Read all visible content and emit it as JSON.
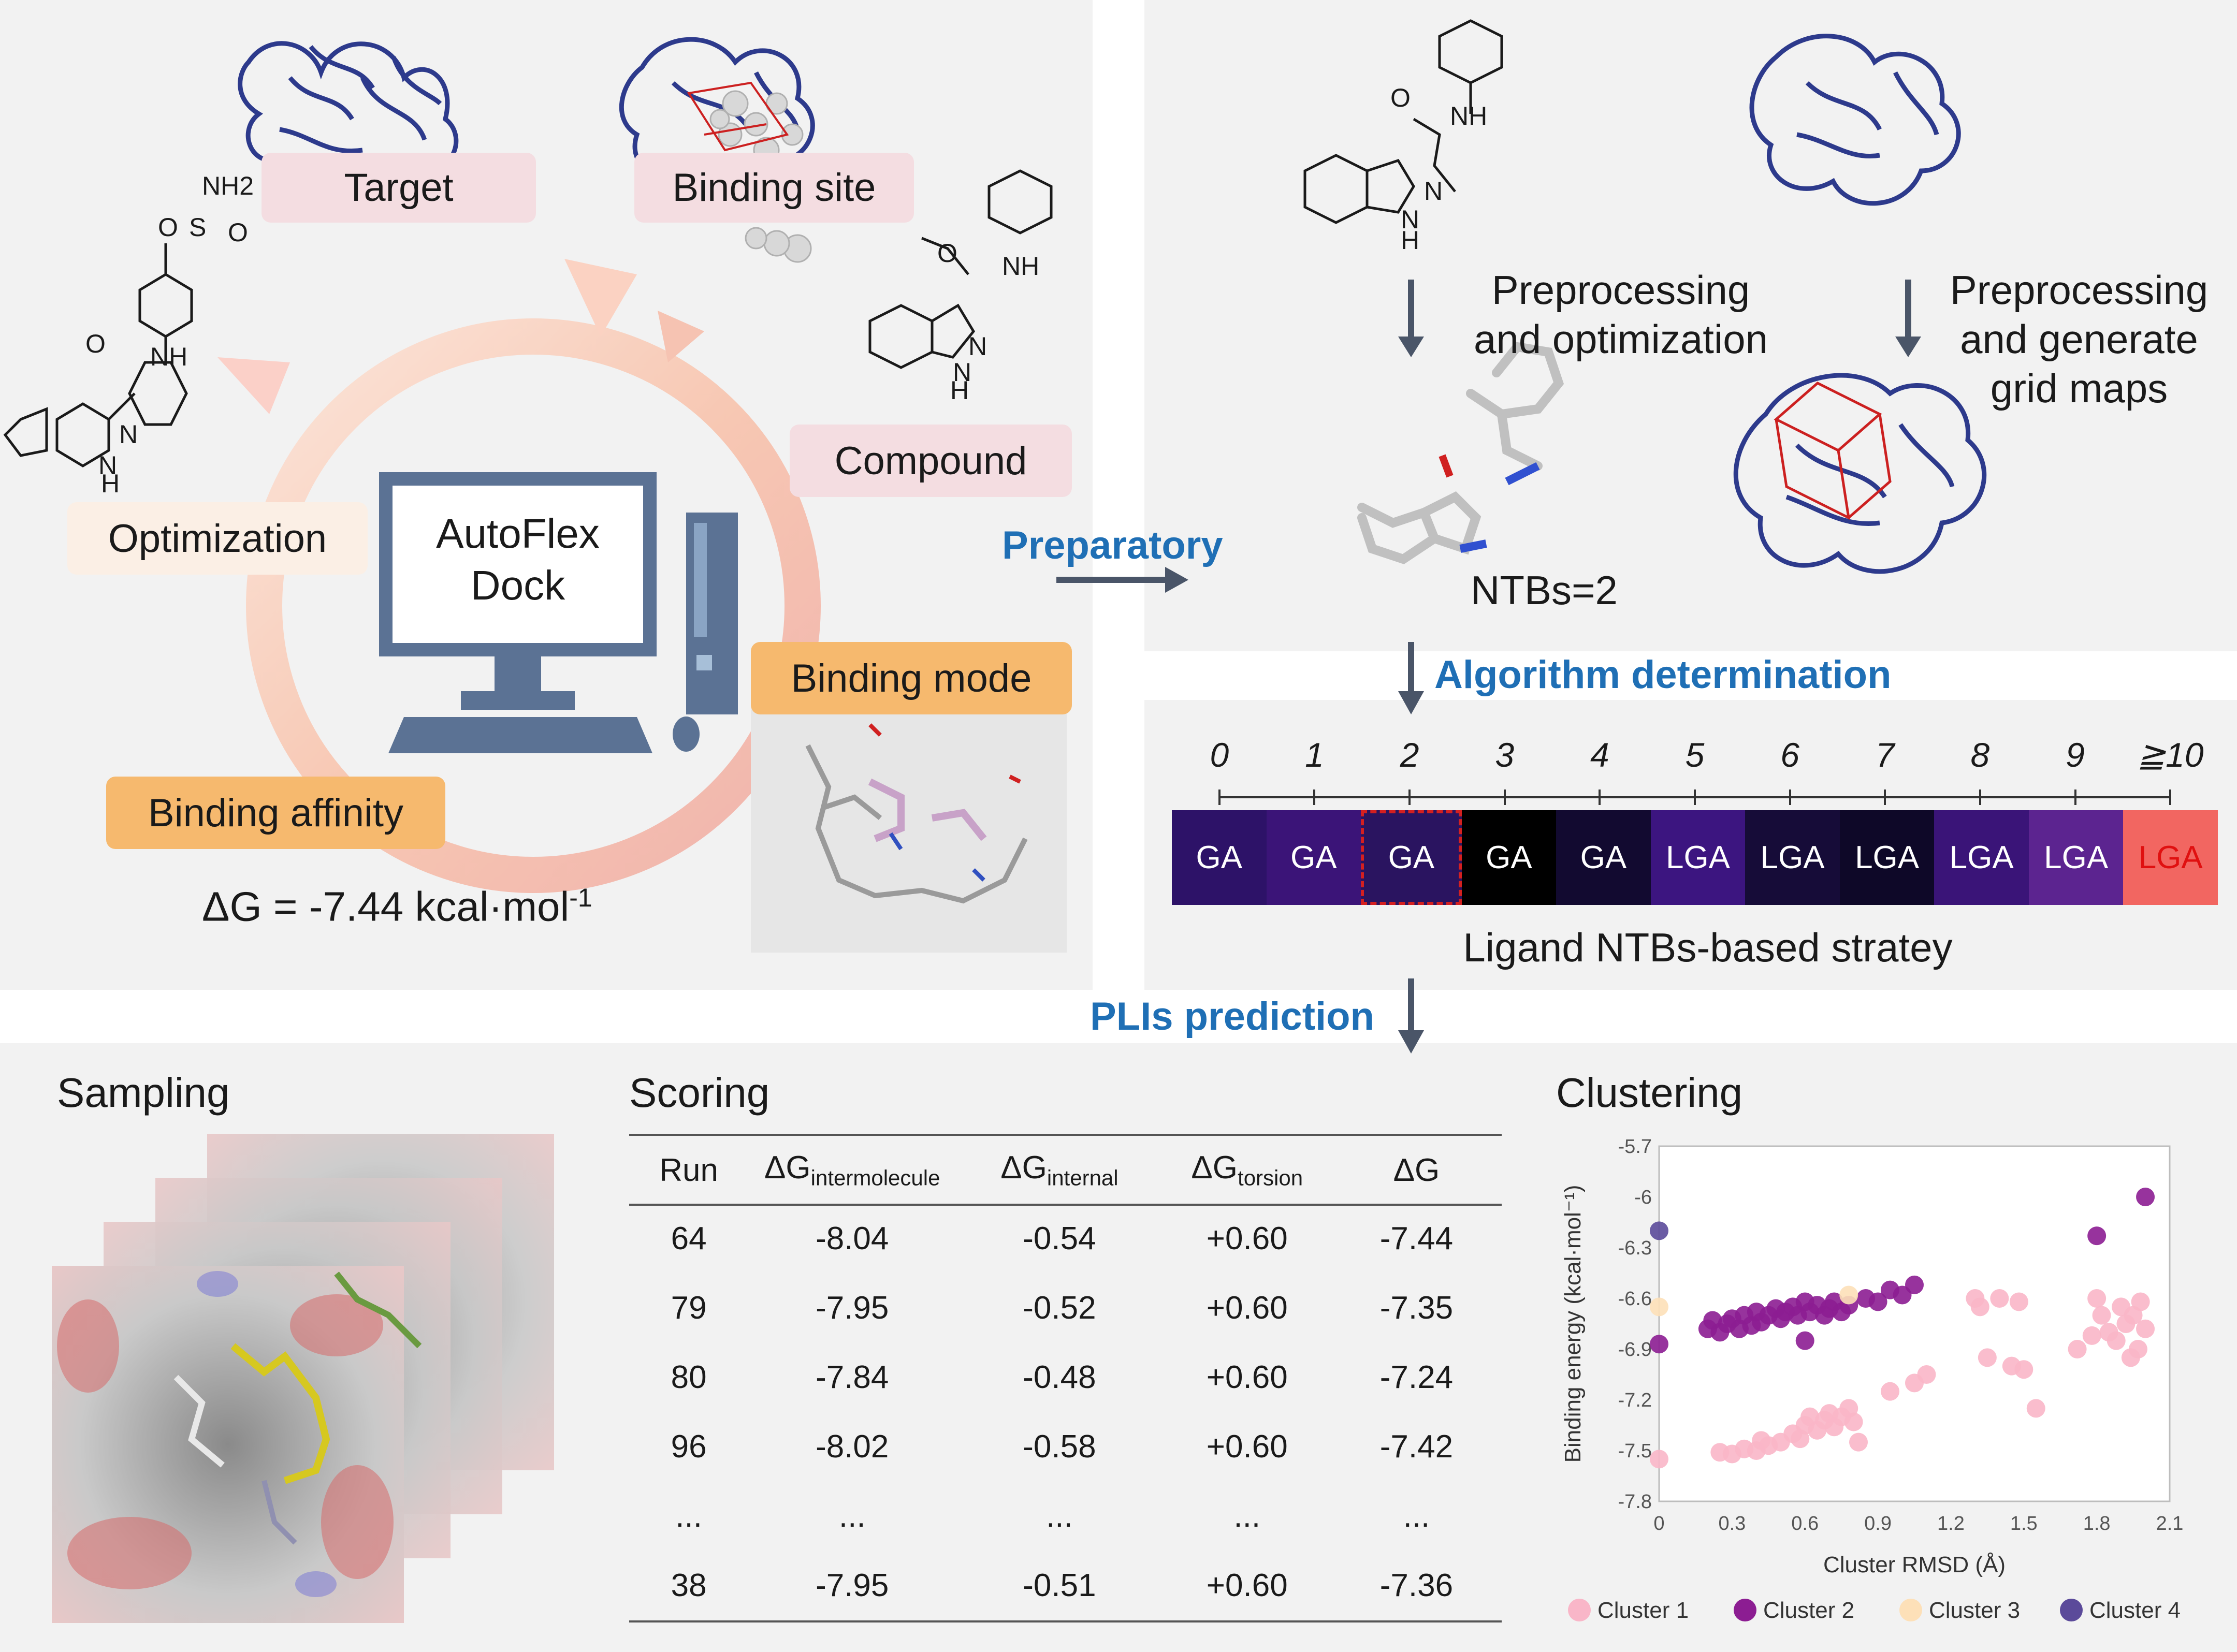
{
  "workflow": {
    "tags": {
      "target": "Target",
      "binding_site": "Binding site",
      "compound": "Compound",
      "optimization": "Optimization",
      "binding_mode": "Binding mode",
      "binding_affinity": "Binding affinity"
    },
    "software_line1": "AutoFlex",
    "software_line2": "Dock",
    "delta_g": "ΔG = -7.44 kcal·mol",
    "delta_g_sup": "-1"
  },
  "arrows": {
    "preparatory": "Preparatory",
    "algorithm": "Algorithm determination",
    "plis": "PLIs prediction"
  },
  "prep": {
    "ligand_step_line1": "Preprocessing",
    "ligand_step_line2": "and optimization",
    "protein_step_line1": "Preprocessing",
    "protein_step_line2": "and generate",
    "protein_step_line3": "grid maps",
    "ntbs": "NTBs=2",
    "atom_labels": {
      "o": "O",
      "nh": "NH",
      "n": "N",
      "h": "H",
      "nh2": "NH2",
      "s": "S"
    }
  },
  "strategy": {
    "ticks": [
      "0",
      "1",
      "2",
      "3",
      "4",
      "5",
      "6",
      "7",
      "8",
      "9",
      "≧10"
    ],
    "cells": [
      {
        "label": "GA",
        "bg": "#2d1268",
        "fg": "#ffffff"
      },
      {
        "label": "GA",
        "bg": "#3b1478",
        "fg": "#ffffff"
      },
      {
        "label": "GA",
        "bg": "#2a1460",
        "fg": "#ffffff",
        "highlight": true
      },
      {
        "label": "GA",
        "bg": "#000000",
        "fg": "#ffffff"
      },
      {
        "label": "GA",
        "bg": "#120a30",
        "fg": "#ffffff"
      },
      {
        "label": "LGA",
        "bg": "#3c1580",
        "fg": "#ffffff"
      },
      {
        "label": "LGA",
        "bg": "#160c38",
        "fg": "#ffffff"
      },
      {
        "label": "LGA",
        "bg": "#0e0828",
        "fg": "#ffffff"
      },
      {
        "label": "LGA",
        "bg": "#3a1478",
        "fg": "#ffffff"
      },
      {
        "label": "LGA",
        "bg": "#5c2490",
        "fg": "#ffffff"
      },
      {
        "label": "LGA",
        "bg": "#f26661",
        "fg": "#e01010"
      }
    ],
    "caption": "Ligand NTBs-based stratey"
  },
  "sections": {
    "sampling": "Sampling",
    "scoring": "Scoring",
    "clustering": "Clustering"
  },
  "scoring": {
    "headers": {
      "run": "Run",
      "dg": "ΔG",
      "inter_sub": "intermolecule",
      "internal_sub": "internal",
      "torsion_sub": "torsion"
    },
    "rows": [
      [
        "64",
        "-8.04",
        "-0.54",
        "+0.60",
        "-7.44"
      ],
      [
        "79",
        "-7.95",
        "-0.52",
        "+0.60",
        "-7.35"
      ],
      [
        "80",
        "-7.84",
        "-0.48",
        "+0.60",
        "-7.24"
      ],
      [
        "96",
        "-8.02",
        "-0.58",
        "+0.60",
        "-7.42"
      ],
      [
        "...",
        "...",
        "...",
        "...",
        "..."
      ],
      [
        "38",
        "-7.95",
        "-0.51",
        "+0.60",
        "-7.36"
      ]
    ]
  },
  "chart_data": {
    "type": "scatter",
    "xlabel": "Cluster RMSD (Å)",
    "ylabel": "Binding energy (kcal·mol⁻¹)",
    "xlim": [
      0,
      2.1
    ],
    "ylim": [
      -7.8,
      -5.7
    ],
    "xticks": [
      "0",
      "0.3",
      "0.6",
      "0.9",
      "1.2",
      "1.5",
      "1.8",
      "2.1"
    ],
    "yticks": [
      "-5.7",
      "-6",
      "-6.3",
      "-6.6",
      "-6.9",
      "-7.2",
      "-7.5",
      "-7.8"
    ],
    "legend_position": "bottom",
    "series": [
      {
        "name": "Cluster 1",
        "color": "#f9b6c8",
        "points": [
          [
            0,
            -7.55
          ],
          [
            0.25,
            -7.51
          ],
          [
            0.3,
            -7.52
          ],
          [
            0.35,
            -7.49
          ],
          [
            0.4,
            -7.5
          ],
          [
            0.42,
            -7.44
          ],
          [
            0.45,
            -7.47
          ],
          [
            0.5,
            -7.45
          ],
          [
            0.55,
            -7.4
          ],
          [
            0.58,
            -7.43
          ],
          [
            0.6,
            -7.35
          ],
          [
            0.62,
            -7.3
          ],
          [
            0.65,
            -7.38
          ],
          [
            0.68,
            -7.32
          ],
          [
            0.7,
            -7.28
          ],
          [
            0.72,
            -7.36
          ],
          [
            0.75,
            -7.3
          ],
          [
            0.78,
            -7.25
          ],
          [
            0.8,
            -7.33
          ],
          [
            0.82,
            -7.45
          ],
          [
            0.95,
            -7.15
          ],
          [
            1.05,
            -7.1
          ],
          [
            1.1,
            -7.05
          ],
          [
            1.3,
            -6.6
          ],
          [
            1.32,
            -6.65
          ],
          [
            1.35,
            -6.95
          ],
          [
            1.4,
            -6.6
          ],
          [
            1.45,
            -7.0
          ],
          [
            1.48,
            -6.62
          ],
          [
            1.5,
            -7.02
          ],
          [
            1.55,
            -7.25
          ],
          [
            1.72,
            -6.9
          ],
          [
            1.78,
            -6.82
          ],
          [
            1.8,
            -6.6
          ],
          [
            1.82,
            -6.7
          ],
          [
            1.85,
            -6.8
          ],
          [
            1.88,
            -6.85
          ],
          [
            1.9,
            -6.65
          ],
          [
            1.92,
            -6.75
          ],
          [
            1.95,
            -6.7
          ],
          [
            1.97,
            -6.9
          ],
          [
            2.0,
            -6.78
          ],
          [
            1.94,
            -6.95
          ],
          [
            1.98,
            -6.62
          ]
        ]
      },
      {
        "name": "Cluster 2",
        "color": "#8c1d92",
        "points": [
          [
            0,
            -6.87
          ],
          [
            0.2,
            -6.78
          ],
          [
            0.22,
            -6.73
          ],
          [
            0.25,
            -6.8
          ],
          [
            0.28,
            -6.75
          ],
          [
            0.3,
            -6.72
          ],
          [
            0.33,
            -6.78
          ],
          [
            0.35,
            -6.7
          ],
          [
            0.38,
            -6.76
          ],
          [
            0.4,
            -6.68
          ],
          [
            0.42,
            -6.74
          ],
          [
            0.45,
            -6.7
          ],
          [
            0.48,
            -6.66
          ],
          [
            0.5,
            -6.72
          ],
          [
            0.52,
            -6.68
          ],
          [
            0.55,
            -6.65
          ],
          [
            0.57,
            -6.7
          ],
          [
            0.6,
            -6.62
          ],
          [
            0.62,
            -6.68
          ],
          [
            0.65,
            -6.64
          ],
          [
            0.68,
            -6.7
          ],
          [
            0.7,
            -6.66
          ],
          [
            0.72,
            -6.62
          ],
          [
            0.75,
            -6.68
          ],
          [
            0.78,
            -6.64
          ],
          [
            0.85,
            -6.6
          ],
          [
            0.9,
            -6.62
          ],
          [
            0.95,
            -6.55
          ],
          [
            1.0,
            -6.58
          ],
          [
            1.05,
            -6.52
          ],
          [
            0.6,
            -6.85
          ],
          [
            1.8,
            -6.23
          ],
          [
            2.0,
            -6.0
          ]
        ]
      },
      {
        "name": "Cluster 3",
        "color": "#fde0b8",
        "points": [
          [
            0,
            -6.65
          ],
          [
            0.78,
            -6.58
          ]
        ]
      },
      {
        "name": "Cluster 4",
        "color": "#5b4a9a",
        "points": [
          [
            0,
            -6.2
          ]
        ]
      }
    ]
  }
}
